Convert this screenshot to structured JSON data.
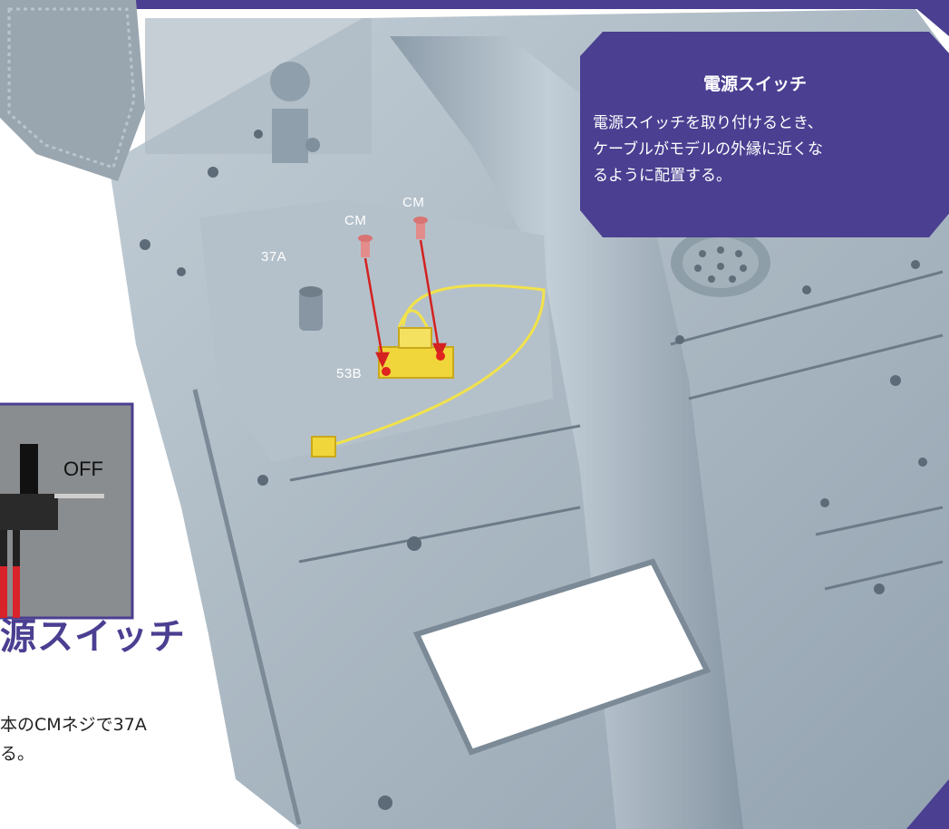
{
  "colors": {
    "accent_purple": "#4a3f91",
    "chassis_gray": "#a7b6c2",
    "cable_yellow": "#f2e24a",
    "arrow_red": "#d42121"
  },
  "callout": {
    "title": "電源スイッチ",
    "body": "電源スイッチを取り付けるとき、\nケーブルがモデルの外縁に近くな\nるように配置する。"
  },
  "labels": {
    "part_37a": "37A",
    "part_53b": "53B",
    "screw_left": "CM",
    "screw_right": "CM"
  },
  "photo": {
    "off_label": "OFF"
  },
  "section": {
    "heading": "源スイッチ",
    "body": "本のCMネジで37A\nる。"
  }
}
